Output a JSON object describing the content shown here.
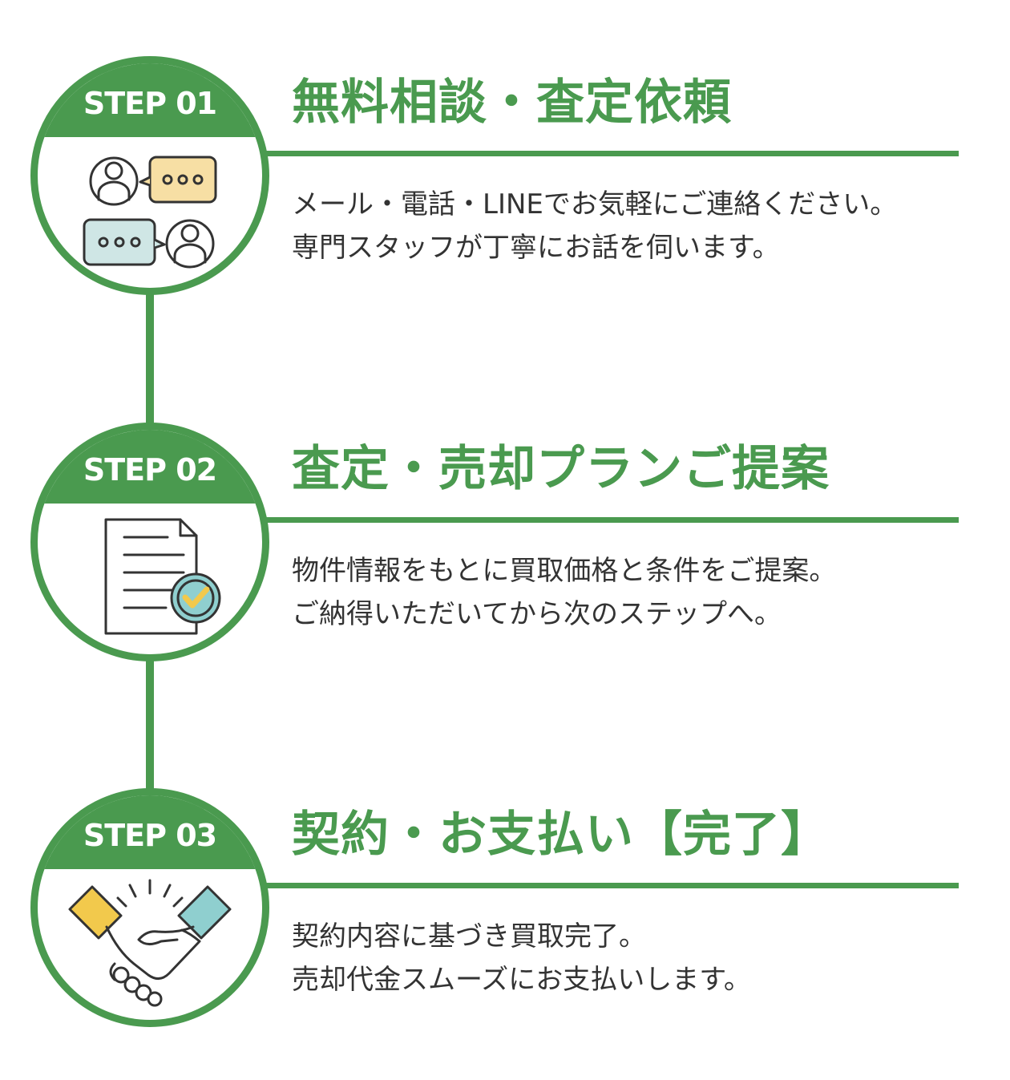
{
  "accent_color": "#4a9a4f",
  "steps": [
    {
      "label": "STEP 01",
      "title": "無料相談・査定依頼",
      "lines": [
        "メール・電話・LINEでお気軽にご連絡ください。",
        "専門スタッフが丁寧にお話を伺います。"
      ],
      "icon": "chat-people-icon"
    },
    {
      "label": "STEP 02",
      "title": "査定・売却プランご提案",
      "lines": [
        "物件情報をもとに買取価格と条件をご提案。",
        "ご納得いただいてから次のステップへ。"
      ],
      "icon": "document-check-icon"
    },
    {
      "label": "STEP 03",
      "title": "契約・お支払い【完了】",
      "lines": [
        "契約内容に基づき買取完了。",
        "売却代金スムーズにお支払いします。"
      ],
      "icon": "handshake-icon"
    }
  ]
}
